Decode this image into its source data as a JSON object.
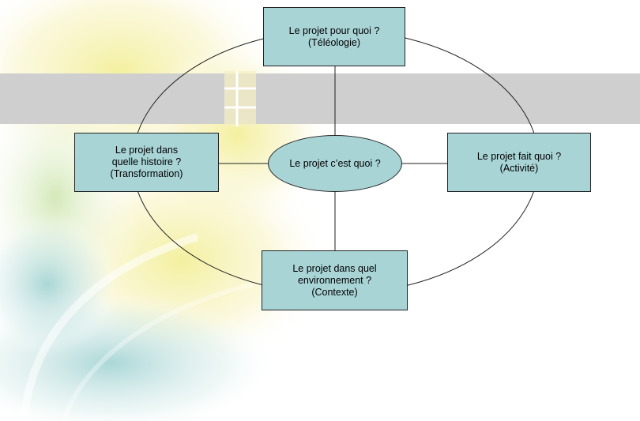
{
  "diagram": {
    "center": {
      "label": "Le projet c’est quoi ?"
    },
    "top": {
      "label": "Le projet pour quoi ?\n(Téléologie)"
    },
    "left": {
      "label": "Le projet dans\nquelle histoire ?\n(Transformation)"
    },
    "right": {
      "label": "Le projet fait quoi ?\n(Activité)"
    },
    "bottom": {
      "label": "Le projet dans quel\nenvironnement ?\n(Contexte)"
    }
  },
  "colors": {
    "node_fill": "#a9d4d6",
    "band": "#cfcfcf",
    "line": "#222222"
  }
}
